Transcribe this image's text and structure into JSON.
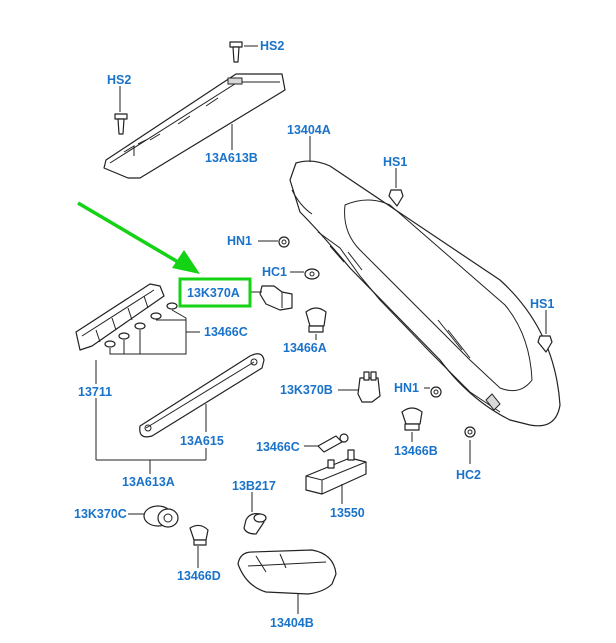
{
  "diagram": {
    "highlight_color": "#14d214",
    "label_color": "#1a73c9",
    "highlighted_part": "13K370A",
    "callouts": {
      "hs2_top": "HS2",
      "hs2_left": "HS2",
      "p13a613b": "13A613B",
      "p13404a": "13404A",
      "hs1_upper": "HS1",
      "hs1_right": "HS1",
      "hn1_upper": "HN1",
      "hc1": "HC1",
      "p13k370a": "13K370A",
      "p13466c_upper": "13466C",
      "p13466a": "13466A",
      "p13711": "13711",
      "p13k370b": "13K370B",
      "hn1_lower": "HN1",
      "p13a615": "13A615",
      "p13466c_lower": "13466C",
      "p13466b": "13466B",
      "hc2": "HC2",
      "p13a613a": "13A613A",
      "p13b217": "13B217",
      "p13550": "13550",
      "p13k370c": "13K370C",
      "p13466d": "13466D",
      "p13404b": "13404B"
    }
  }
}
